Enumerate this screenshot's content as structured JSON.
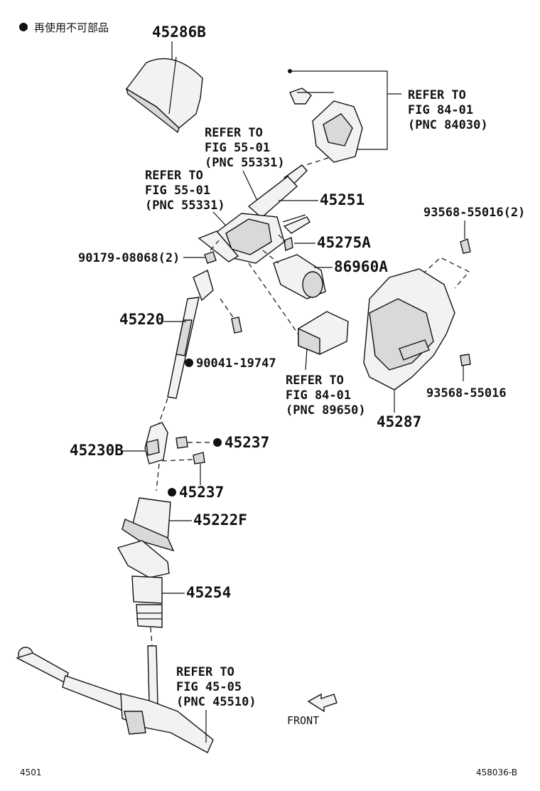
{
  "legend": {
    "symbol": "●",
    "text": "再使用不可部品"
  },
  "parts": {
    "p45286B": "45286B",
    "p45251": "45251",
    "p45275A": "45275A",
    "p86960A": "86960A",
    "p90179": "90179-08068(2)",
    "p45220": "45220",
    "p90041": "90041-19747",
    "p93568_2": "93568-55016(2)",
    "p93568": "93568-55016",
    "p45287": "45287",
    "p45230B": "45230B",
    "p45237a": "45237",
    "p45237b": "45237",
    "p45222F": "45222F",
    "p45254": "45254"
  },
  "refs": {
    "r84030": {
      "l1": "REFER TO",
      "l2": "FIG 84-01",
      "l3": "(PNC 84030)"
    },
    "r55331a": {
      "l1": "REFER TO",
      "l2": "FIG 55-01",
      "l3": "(PNC 55331)"
    },
    "r55331b": {
      "l1": "REFER TO",
      "l2": "FIG 55-01",
      "l3": "(PNC 55331)"
    },
    "r89650": {
      "l1": "REFER TO",
      "l2": "FIG 84-01",
      "l3": "(PNC 89650)"
    },
    "r45510": {
      "l1": "REFER TO",
      "l2": "FIG 45-05",
      "l3": "(PNC 45510)"
    }
  },
  "front_label": "FRONT",
  "footer": {
    "left": "4501",
    "right": "458036-B"
  }
}
